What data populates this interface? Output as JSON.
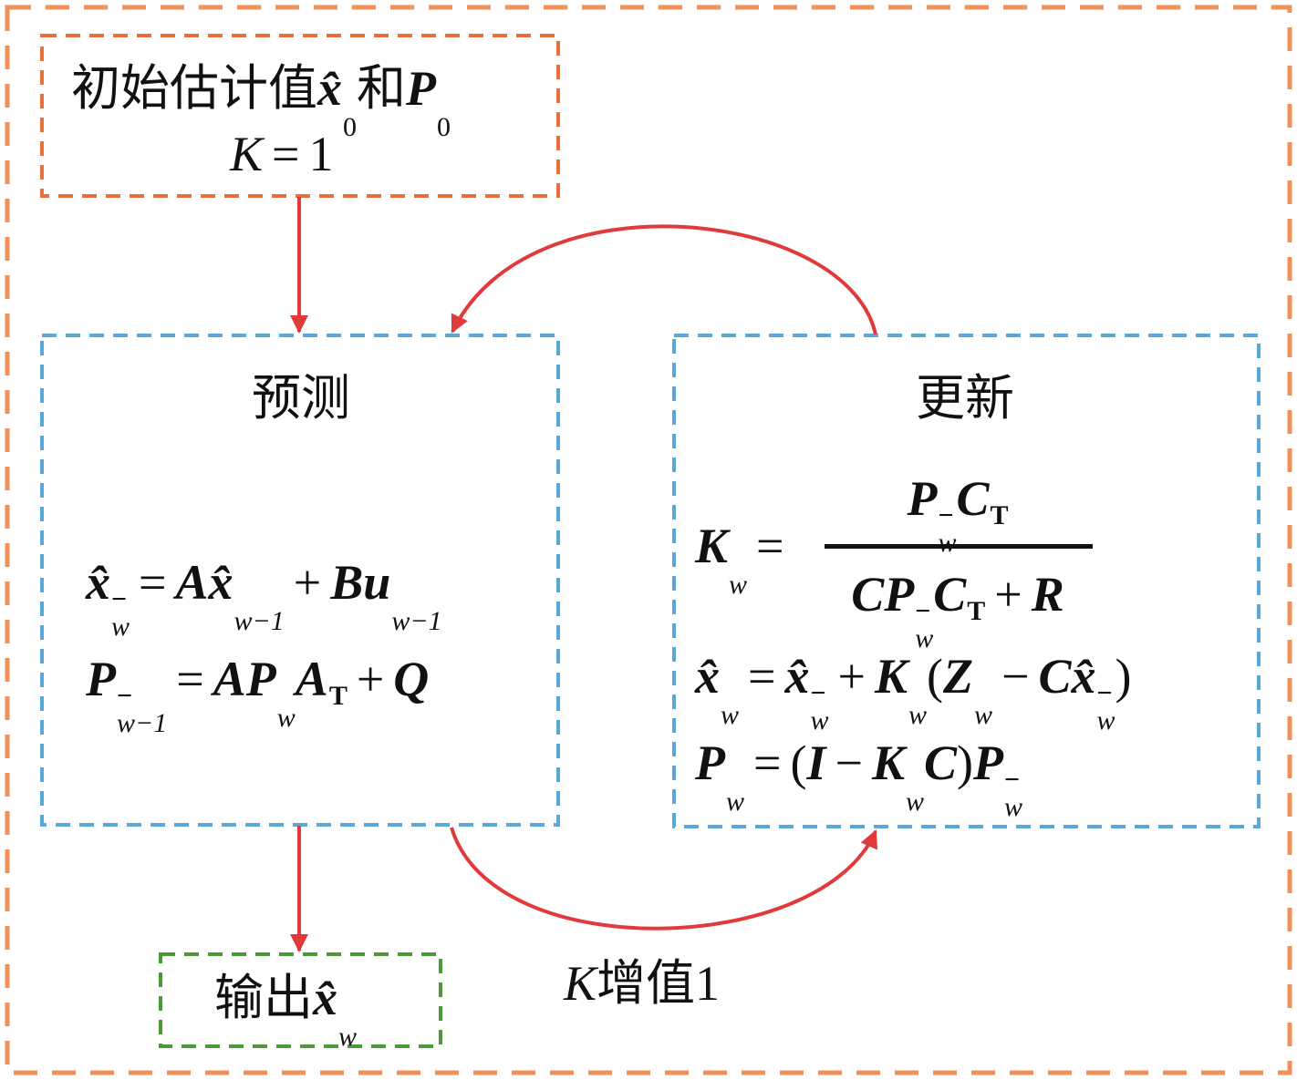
{
  "colors": {
    "outer": "#F0905A",
    "init": "#E8703A",
    "predict": "#5AA8D8",
    "update": "#5AA8D8",
    "output": "#4A9A3A",
    "arrow": "#E03A3A"
  },
  "init_box": {
    "line1": [
      [
        "初始估计值",
        "r"
      ],
      [
        "x̂",
        "b",
        "0",
        ""
      ],
      [
        "和",
        "r"
      ],
      [
        "P",
        "b",
        "0",
        ""
      ]
    ],
    "line2": [
      [
        "K",
        "i"
      ],
      [
        "=",
        "op"
      ],
      [
        "1",
        "r"
      ]
    ]
  },
  "predict_box": {
    "title": "预测",
    "formula1": [
      [
        "x̂",
        "b",
        "w",
        "−"
      ],
      [
        "=",
        "op"
      ],
      [
        "A",
        "b"
      ],
      [
        "x̂",
        "b",
        "w−1",
        ""
      ],
      [
        "+",
        "op"
      ],
      [
        "B",
        "b"
      ],
      [
        "u",
        "b",
        "w−1",
        ""
      ]
    ],
    "formula2": [
      [
        "P",
        "b",
        "w−1",
        "−"
      ],
      [
        "=",
        "op"
      ],
      [
        "A",
        "b"
      ],
      [
        "P",
        "b",
        "w",
        ""
      ],
      [
        "A",
        "b",
        "",
        "T"
      ],
      [
        "+",
        "op"
      ],
      [
        "Q",
        "b"
      ]
    ]
  },
  "update_box": {
    "title": "更新",
    "gain_lhs": [
      [
        "K",
        "b",
        "w",
        ""
      ],
      [
        "=",
        "op"
      ]
    ],
    "gain_numerator": [
      [
        "P",
        "b",
        "w",
        "−"
      ],
      [
        "C",
        "b",
        "",
        "T"
      ]
    ],
    "gain_denominator": [
      [
        "C",
        "b"
      ],
      [
        "P",
        "b",
        "w",
        "−"
      ],
      [
        "C",
        "b",
        "",
        "T"
      ],
      [
        "+",
        "op"
      ],
      [
        "R",
        "b"
      ]
    ],
    "formula2": [
      [
        "x̂",
        "b",
        "w",
        ""
      ],
      [
        "=",
        "op"
      ],
      [
        "x̂",
        "b",
        "w",
        "−"
      ],
      [
        "+",
        "op"
      ],
      [
        "K",
        "b",
        "w",
        ""
      ],
      [
        "(",
        "r"
      ],
      [
        "Z",
        "b",
        "w",
        ""
      ],
      [
        "−",
        "op"
      ],
      [
        "C",
        "b"
      ],
      [
        "x̂",
        "b",
        "w",
        "−"
      ],
      [
        ")",
        "r"
      ]
    ],
    "formula3": [
      [
        "P",
        "b",
        "w",
        ""
      ],
      [
        "=",
        "op"
      ],
      [
        "(",
        "r"
      ],
      [
        "I",
        "b"
      ],
      [
        "−",
        "op"
      ],
      [
        "K",
        "b",
        "w",
        ""
      ],
      [
        "C",
        "b"
      ],
      [
        ")",
        "r"
      ],
      [
        "P",
        "b",
        "w",
        "−"
      ]
    ]
  },
  "output_box": {
    "line": [
      [
        "输出",
        "r"
      ],
      [
        "x̂",
        "b",
        "w",
        ""
      ]
    ]
  },
  "loop_label": [
    [
      "K",
      "i"
    ],
    [
      "增值1",
      "r"
    ]
  ]
}
